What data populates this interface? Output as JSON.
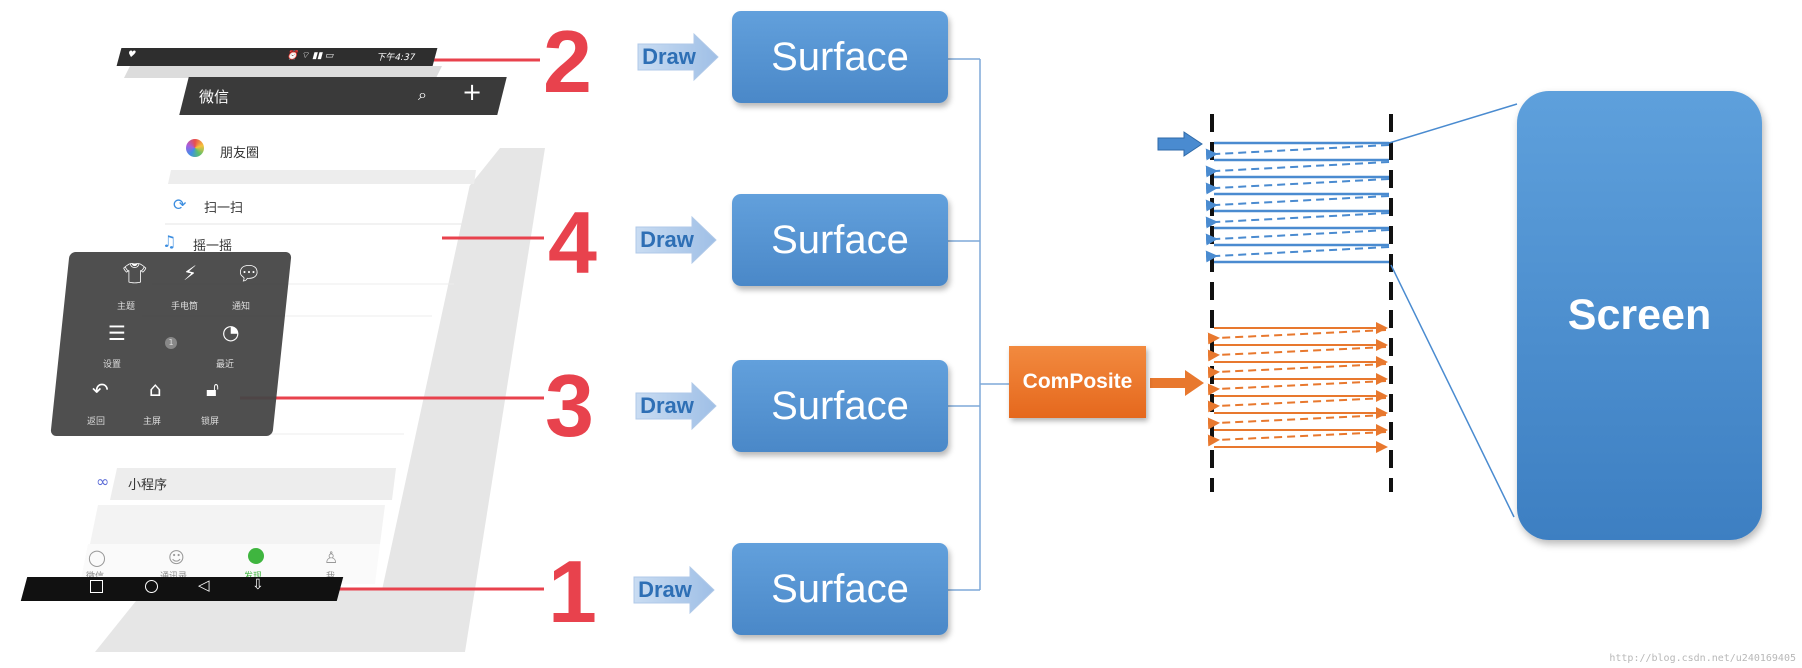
{
  "surfaces": [
    {
      "label": "Surface"
    },
    {
      "label": "Surface"
    },
    {
      "label": "Surface"
    },
    {
      "label": "Surface"
    }
  ],
  "draw_labels": [
    "Draw",
    "Draw",
    "Draw",
    "Draw"
  ],
  "layer_numbers": [
    "2",
    "4",
    "3",
    "1"
  ],
  "composite_label": "ComPosite",
  "screen_label": "Screen",
  "watermark": "http://blog.csdn.net/u240169405",
  "phone": {
    "status_time": "下午4:37",
    "app_title": "微信",
    "rows": [
      "朋友圈",
      "扫一扫",
      "摇一摇",
      "小程序"
    ],
    "quick_settings": [
      {
        "label": "主题",
        "icon": "shirt-icon"
      },
      {
        "label": "手电筒",
        "icon": "flashlight-icon"
      },
      {
        "label": "通知",
        "icon": "chat-bubble-icon"
      },
      {
        "label": "设置",
        "icon": "sliders-icon"
      },
      {
        "label": "最近",
        "icon": "clock-icon"
      },
      {
        "label": "返回",
        "icon": "back-arrow-icon"
      },
      {
        "label": "主屏",
        "icon": "home-icon"
      },
      {
        "label": "锁屏",
        "icon": "unlock-icon"
      }
    ],
    "tabs": [
      "微信",
      "通讯录",
      "发现",
      "我"
    ]
  },
  "colors": {
    "surface": "#4f8fcf",
    "draw_arrow": "#a9c8ea",
    "composite": "#e86f24",
    "screen": "#4a8ccf",
    "number_red": "#e8424d",
    "scan_blue": "#4a8bd0",
    "scan_orange": "#e8782e"
  }
}
